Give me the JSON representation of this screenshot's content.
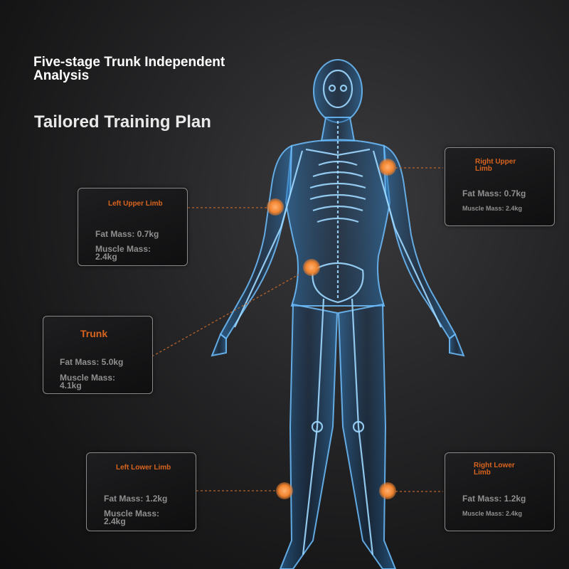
{
  "headline": {
    "line1": "Five-stage Trunk Independent Analysis",
    "line2": "Tailored Training Plan"
  },
  "cards": {
    "left_upper": {
      "title": "Left Upper Limb",
      "fat": "Fat Mass: 0.7kg",
      "muscle": "Muscle Mass: 2.4kg"
    },
    "right_upper": {
      "title": "Right Upper Limb",
      "fat": "Fat Mass: 0.7kg",
      "muscle": "Muscle Mass: 2.4kg"
    },
    "trunk": {
      "title": "Trunk",
      "fat": "Fat Mass: 5.0kg",
      "muscle": "Muscle Mass: 4.1kg"
    },
    "left_lower": {
      "title": "Left Lower Limb",
      "fat": "Fat Mass: 1.2kg",
      "muscle": "Muscle Mass: 2.4kg"
    },
    "right_lower": {
      "title": "Right Lower Limb",
      "fat": "Fat Mass: 1.2kg",
      "muscle": "Muscle Mass: 2.4kg"
    }
  },
  "colors": {
    "accent": "#d9641e",
    "marker": "#f2852f",
    "skeleton": "#4aa3e6",
    "card_border": "#8a8a8a",
    "headline": "#ffffff"
  },
  "icons": {
    "marker": "body-point-marker"
  }
}
